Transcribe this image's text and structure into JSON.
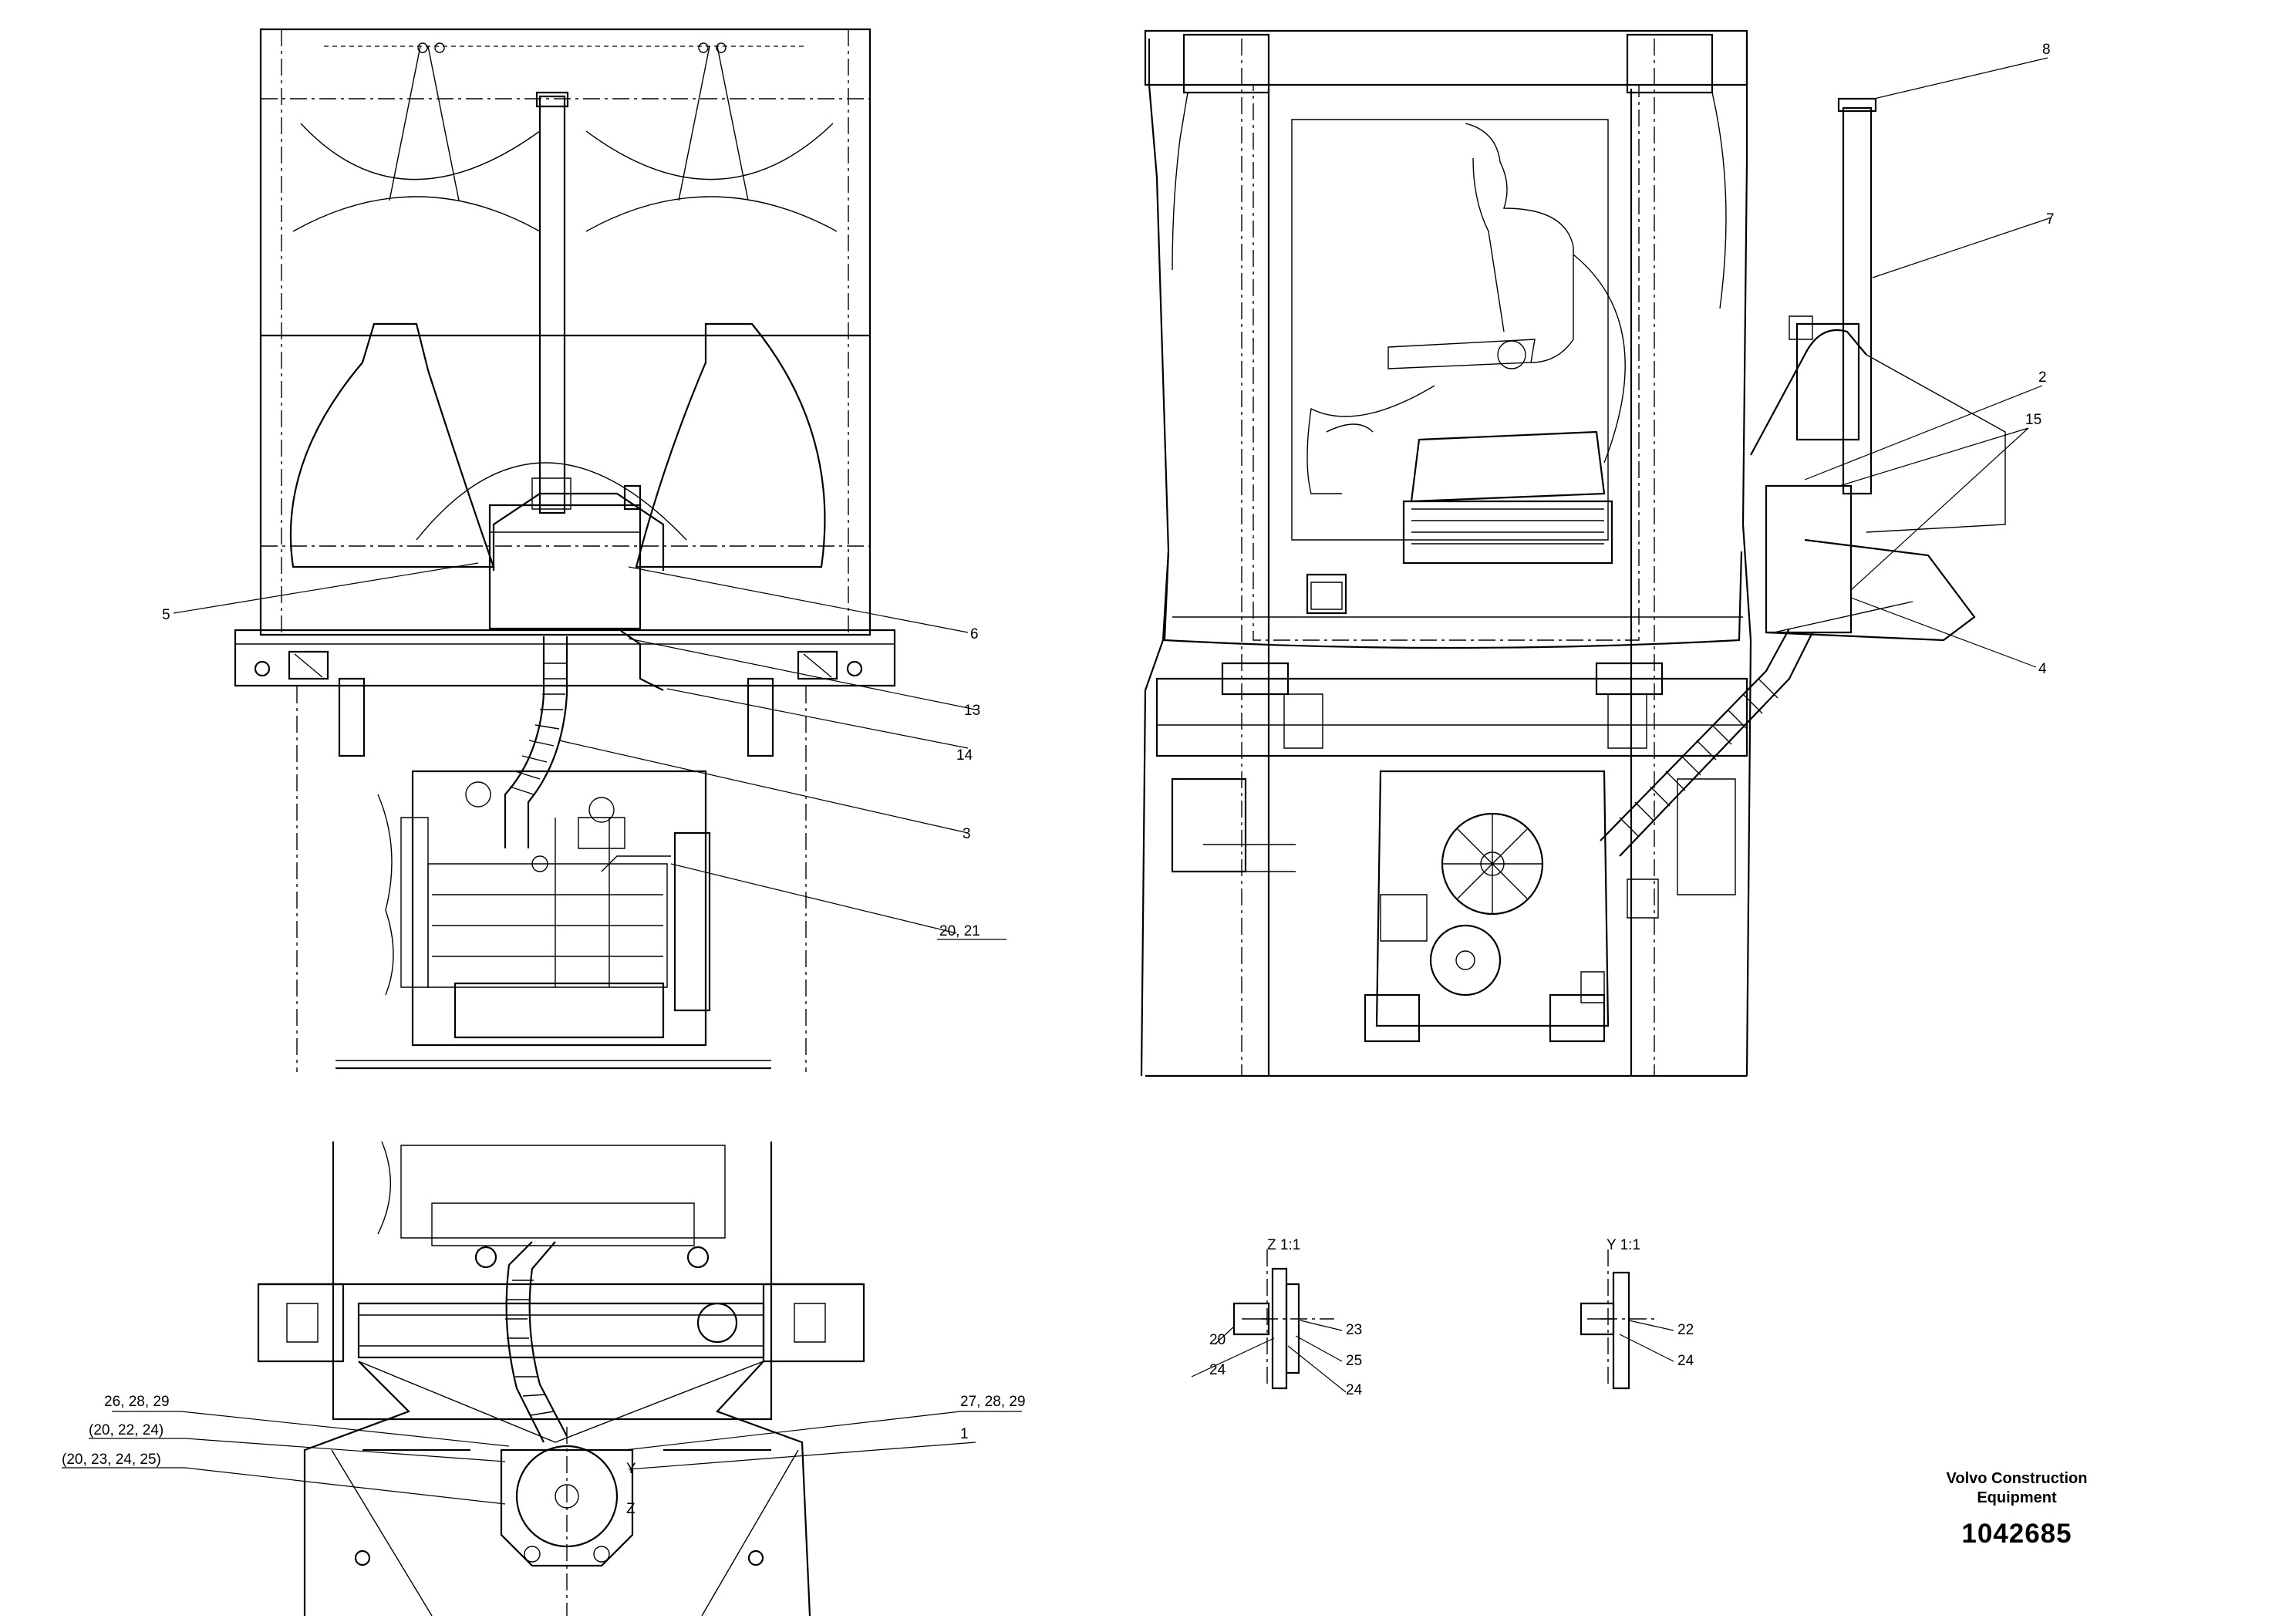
{
  "callouts": {
    "c1": "1",
    "c2": "2",
    "c3": "3",
    "c4": "4",
    "c5": "5",
    "c6": "6",
    "c7": "7",
    "c8": "8",
    "c13": "13",
    "c14": "14",
    "c15": "15",
    "c20_21": "20, 21",
    "c26_28_29": "26, 28, 29",
    "c27_28_29": "27, 28, 29",
    "c20_22_24": "(20, 22, 24)",
    "c20_23_24_25": "(20, 23, 24, 25)",
    "markY": "Y",
    "markZ": "Z"
  },
  "details": {
    "z_title": "Z 1:1",
    "y_title": "Y 1:1",
    "z_labels": [
      "20",
      "24",
      "23",
      "25",
      "24"
    ],
    "y_labels": [
      "22",
      "24"
    ]
  },
  "title_block": {
    "company_line1": "Volvo Construction",
    "company_line2": "Equipment",
    "document_number": "1042685"
  }
}
